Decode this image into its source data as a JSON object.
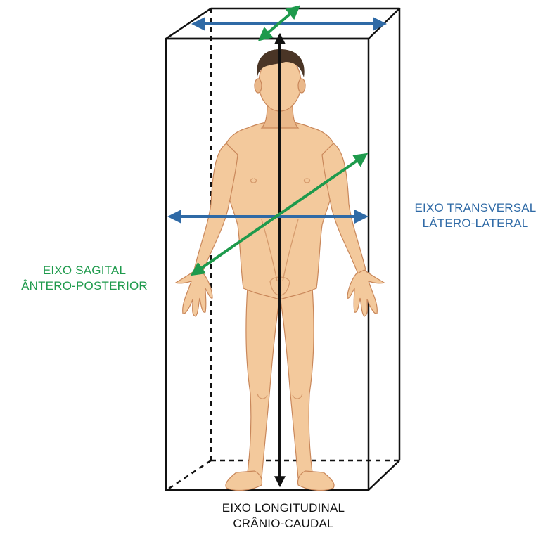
{
  "colors": {
    "transverse": "#2f6aa6",
    "sagittal": "#1e9a4c",
    "longitudinal": "#111111",
    "box": "#111111",
    "skin": "#f3c99c",
    "skin_shadow": "#e3a979",
    "hair": "#4a3526"
  },
  "icons": {
    "figure": "human-anatomical-figure-icon",
    "box": "bounding-box-icon"
  },
  "labels": {
    "transverse": {
      "line1": "EIXO TRANSVERSAL",
      "line2": "LÁTERO-LATERAL"
    },
    "sagittal": {
      "line1": "EIXO SAGITAL",
      "line2": "ÂNTERO-POSTERIOR"
    },
    "longitudinal": {
      "line1": "EIXO LONGITUDINAL",
      "line2": "CRÂNIO-CAUDAL"
    }
  }
}
